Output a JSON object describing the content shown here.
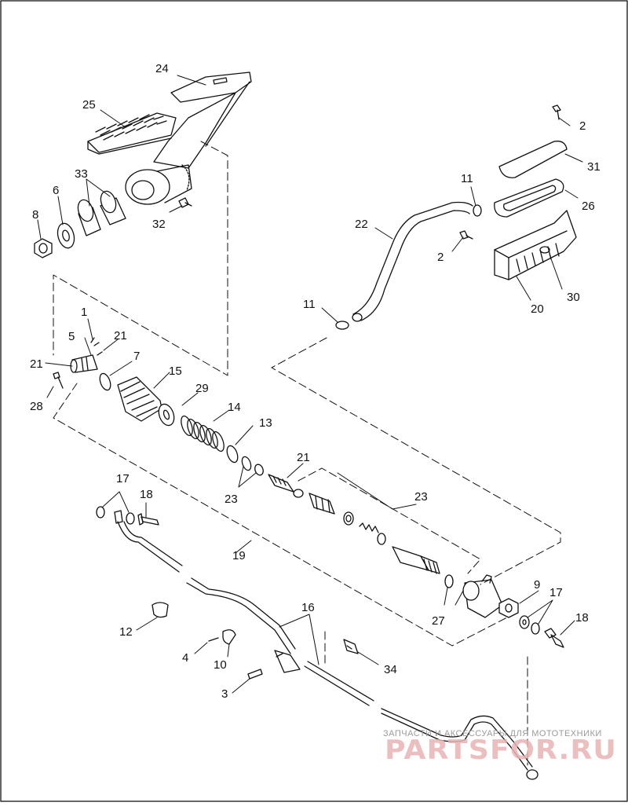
{
  "diagram": {
    "callouts": [
      {
        "id": "c24",
        "text": "24"
      },
      {
        "id": "c25",
        "text": "25"
      },
      {
        "id": "c33",
        "text": "33"
      },
      {
        "id": "c6",
        "text": "6"
      },
      {
        "id": "c8",
        "text": "8"
      },
      {
        "id": "c32",
        "text": "32"
      },
      {
        "id": "c2a",
        "text": "2"
      },
      {
        "id": "c31",
        "text": "31"
      },
      {
        "id": "c11a",
        "text": "11"
      },
      {
        "id": "c26",
        "text": "26"
      },
      {
        "id": "c22",
        "text": "22"
      },
      {
        "id": "c2b",
        "text": "2"
      },
      {
        "id": "c30",
        "text": "30"
      },
      {
        "id": "c20",
        "text": "20"
      },
      {
        "id": "c11b",
        "text": "11"
      },
      {
        "id": "c1",
        "text": "1"
      },
      {
        "id": "c5",
        "text": "5"
      },
      {
        "id": "c21a",
        "text": "21"
      },
      {
        "id": "c7",
        "text": "7"
      },
      {
        "id": "c21b",
        "text": "21"
      },
      {
        "id": "c15",
        "text": "15"
      },
      {
        "id": "c29",
        "text": "29"
      },
      {
        "id": "c28",
        "text": "28"
      },
      {
        "id": "c14",
        "text": "14"
      },
      {
        "id": "c13",
        "text": "13"
      },
      {
        "id": "c21c",
        "text": "21"
      },
      {
        "id": "c17a",
        "text": "17"
      },
      {
        "id": "c18a",
        "text": "18"
      },
      {
        "id": "c23a",
        "text": "23"
      },
      {
        "id": "c23b",
        "text": "23"
      },
      {
        "id": "c19",
        "text": "19"
      },
      {
        "id": "c9",
        "text": "9"
      },
      {
        "id": "c17b",
        "text": "17"
      },
      {
        "id": "c16",
        "text": "16"
      },
      {
        "id": "c18b",
        "text": "18"
      },
      {
        "id": "c27",
        "text": "27"
      },
      {
        "id": "c12",
        "text": "12"
      },
      {
        "id": "c4",
        "text": "4"
      },
      {
        "id": "c10",
        "text": "10"
      },
      {
        "id": "c34",
        "text": "34"
      },
      {
        "id": "c3",
        "text": "3"
      }
    ]
  },
  "watermark": {
    "caption": "ЗАПЧАСТИ И АКСЕССУАРЫ ДЛЯ МОТОТЕХНИКИ",
    "brand": "PARTSFOR.RU"
  }
}
